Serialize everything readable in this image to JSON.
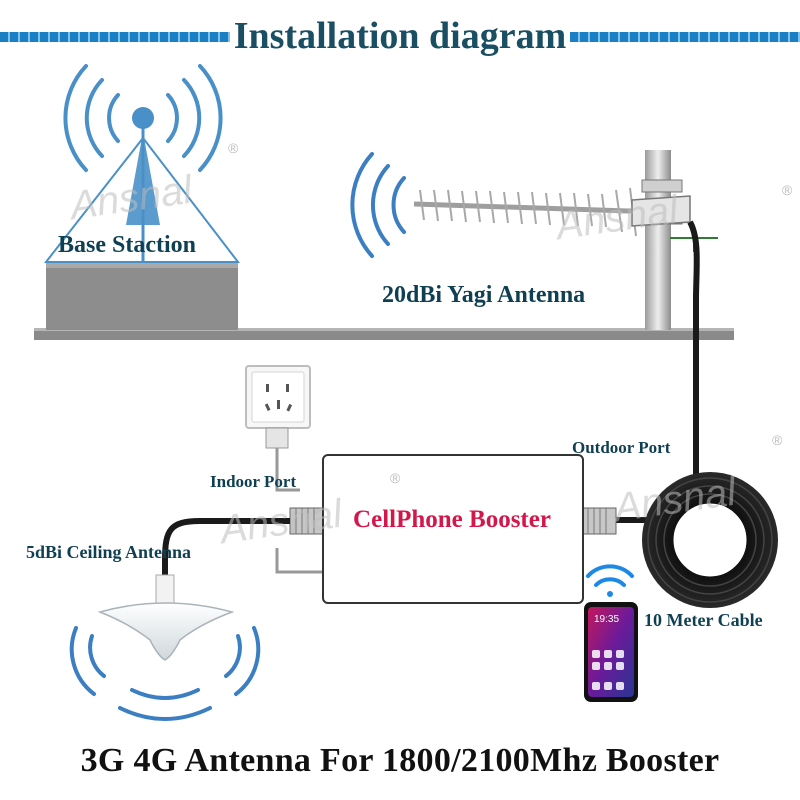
{
  "title": "Installation diagram",
  "labels": {
    "base_station": "Base Staction",
    "yagi_antenna": "20dBi Yagi Antenna",
    "indoor_port": "Indoor Port",
    "outdoor_port": "Outdoor Port",
    "booster": "CellPhone Booster",
    "ceiling_antenna": "5dBi Ceiling Antenna",
    "cable": "10 Meter Cable"
  },
  "phone_time": "19:35",
  "watermark": "Ansnal",
  "footer": "3G 4G Antenna For 1800/2100Mhz Booster",
  "colors": {
    "title_text": "#1a4f63",
    "title_bar": "#1b7fc4",
    "label_text": "#0f3f52",
    "booster_text": "#d4174a",
    "signal_waves": "#1a1a1a",
    "wall": "#888888"
  }
}
